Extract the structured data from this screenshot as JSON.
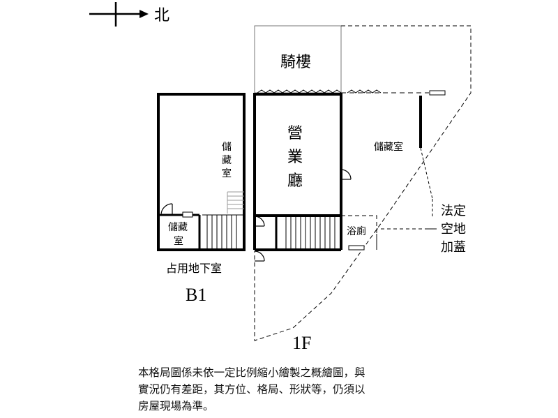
{
  "compass": {
    "label": "北"
  },
  "rooms": {
    "arcade": "騎樓",
    "business_hall": [
      "營",
      "業",
      "廳"
    ],
    "storage_b1_big": [
      "儲",
      "藏",
      "室"
    ],
    "storage_b1_small": [
      "儲藏",
      "室"
    ],
    "storage_1f": "儲藏室",
    "bathroom": "浴廁",
    "legal_space": [
      "法定",
      "空地",
      "加蓋"
    ]
  },
  "floors": {
    "b1_caption": "占用地下室",
    "b1_label": "B1",
    "f1_label": "1F"
  },
  "disclaimer": {
    "lines": [
      "本格局圖係未依一定比例縮小繪製之概繪圖，與",
      "實況仍有差距，其方位、格局、形狀等，仍須以",
      "房屋現場為準。"
    ]
  }
}
